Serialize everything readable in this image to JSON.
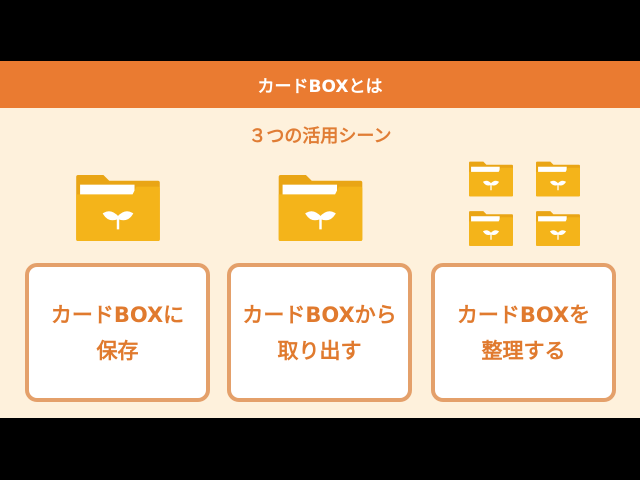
{
  "header": {
    "title": "カードBOXとは"
  },
  "subtitle": "３つの活用シーン",
  "colors": {
    "header": "#ea7b31",
    "background": "#fef1dc",
    "folder": "#f4b41a",
    "card_border": "#e4a06a",
    "text": "#e07a2e"
  },
  "cards": [
    {
      "line1": "カードBOXに",
      "line2": "保存",
      "icon": "folder-sprout-icon"
    },
    {
      "line1": "カードBOXから",
      "line2": "取り出す",
      "icon": "folder-sprout-icon"
    },
    {
      "line1": "カードBOXを",
      "line2": "整理する",
      "icon": "four-folders-icon"
    }
  ]
}
